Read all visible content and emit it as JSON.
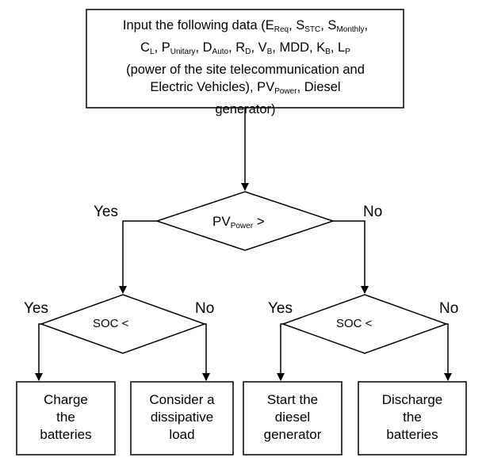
{
  "start": {
    "line1_pre": "Input the following data (E",
    "e_sub": "Req",
    "s_sep": ", S",
    "s_sub": "STC",
    "sm_sep": ", S",
    "sm_sub": "Monthly",
    "sm_end": ",",
    "cl_pre": "C",
    "cl_sub": "L",
    "pu_sep": ", P",
    "pu_sub": "Unitary",
    "da_sep": ", D",
    "da_sub": "Auto",
    "rd_sep": ", R",
    "rd_sub": "D",
    "vb_sep": ", V",
    "vb_sub": "B",
    "mdd": ", MDD, K",
    "kb_sub": "B",
    "lp_sep": ", L",
    "lp_sub": "P",
    "paren1": "(power of the site telecommunication and",
    "paren2": "Electric Vehicles), PV",
    "pv_sub": "Power",
    "diesel": ", Diesel",
    "last": "generator)"
  },
  "decision_pv": {
    "pre": "PV",
    "sub": "Power",
    "post": " >"
  },
  "decision_soc_left": {
    "text": "SOC <"
  },
  "decision_soc_right": {
    "text": "SOC <"
  },
  "branches": {
    "pv_yes": "Yes",
    "pv_no": "No",
    "soc_left_yes": "Yes",
    "soc_left_no": "No",
    "soc_right_yes": "Yes",
    "soc_right_no": "No"
  },
  "actions": {
    "charge": [
      "Charge",
      "the",
      "batteries"
    ],
    "dissipative": [
      "Consider a",
      "dissipative",
      "load"
    ],
    "diesel": [
      "Start the",
      "diesel",
      "generator"
    ],
    "discharge": [
      "Discharge",
      "the",
      "batteries"
    ]
  }
}
